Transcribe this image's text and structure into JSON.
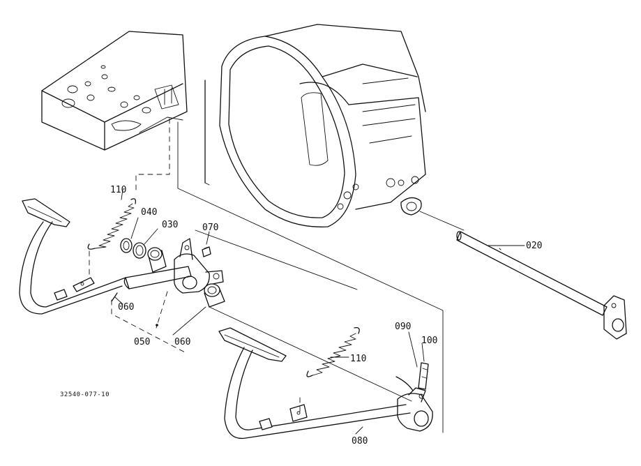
{
  "diagram": {
    "callouts": {
      "c020": "020",
      "c030": "030",
      "c040": "040",
      "c050": "050",
      "c060a": "060",
      "c060b": "060",
      "c070": "070",
      "c080": "080",
      "c090": "090",
      "c100": "100",
      "c110a": "110",
      "c110b": "110"
    },
    "figure_code": "32540-077-10"
  }
}
